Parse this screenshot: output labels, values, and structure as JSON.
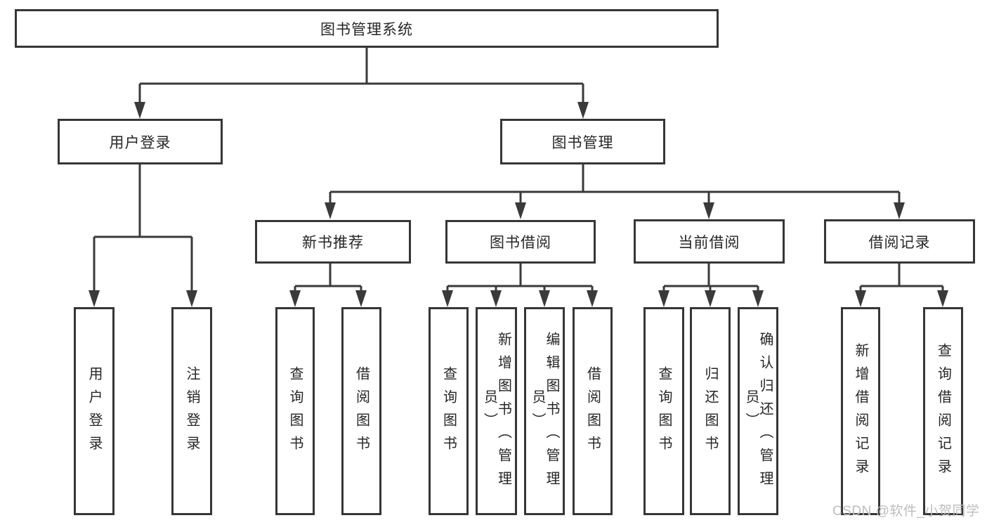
{
  "diagram": {
    "title": "图书管理系统",
    "root": {
      "label": "图书管理系统"
    },
    "level2": [
      {
        "label": "用户登录"
      },
      {
        "label": "图书管理"
      }
    ],
    "level3": [
      {
        "label": "新书推荐"
      },
      {
        "label": "图书借阅"
      },
      {
        "label": "当前借阅"
      },
      {
        "label": "借阅记录"
      }
    ],
    "leaves": {
      "user_login": [
        "用户登录",
        "注销登录"
      ],
      "new_books": [
        "查询图书",
        "借阅图书"
      ],
      "borrow": [
        "查询图书",
        "新增图书（管理员）",
        "编辑图书（管理员）",
        "借阅图书"
      ],
      "current": [
        "查询图书",
        "归还图书",
        "确认归还（管理员）"
      ],
      "records": [
        "新增借阅记录",
        "查询借阅记录"
      ]
    },
    "watermark": "CSDN @软件_小贺同学",
    "colors": {
      "line": "#3a3a3a",
      "box_border": "#363636",
      "text": "#262626",
      "watermark": "#bdbdbd",
      "background": "#ffffff"
    }
  }
}
